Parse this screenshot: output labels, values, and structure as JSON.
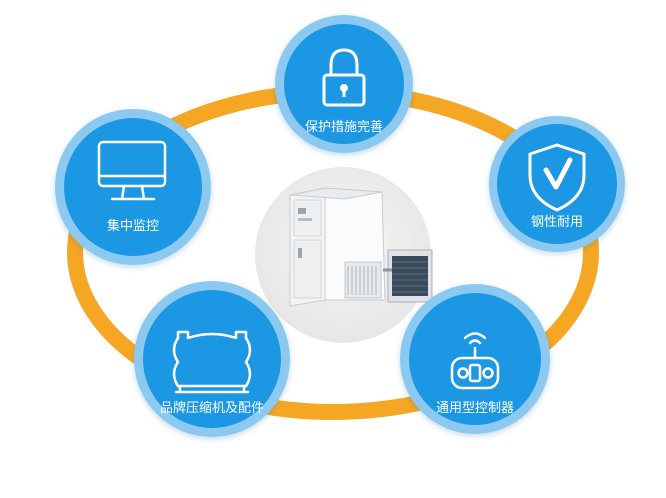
{
  "colors": {
    "ring": "#F5A623",
    "circle": "#1E97E3",
    "circle_rim": "#8CC9F1",
    "icon": "#ffffff",
    "center_disc": "#EEEEEE"
  },
  "center": {
    "product_icon": "air-conditioning-unit-icon"
  },
  "features": [
    {
      "label": "保护措施完善",
      "icon": "padlock-icon"
    },
    {
      "label": "钢性耐用",
      "icon": "shield-check-icon"
    },
    {
      "label": "通用型控制器",
      "icon": "remote-controller-icon"
    },
    {
      "label": "品牌压缩机及配件",
      "icon": "compressor-icon"
    },
    {
      "label": "集中监控",
      "icon": "monitor-icon"
    }
  ]
}
